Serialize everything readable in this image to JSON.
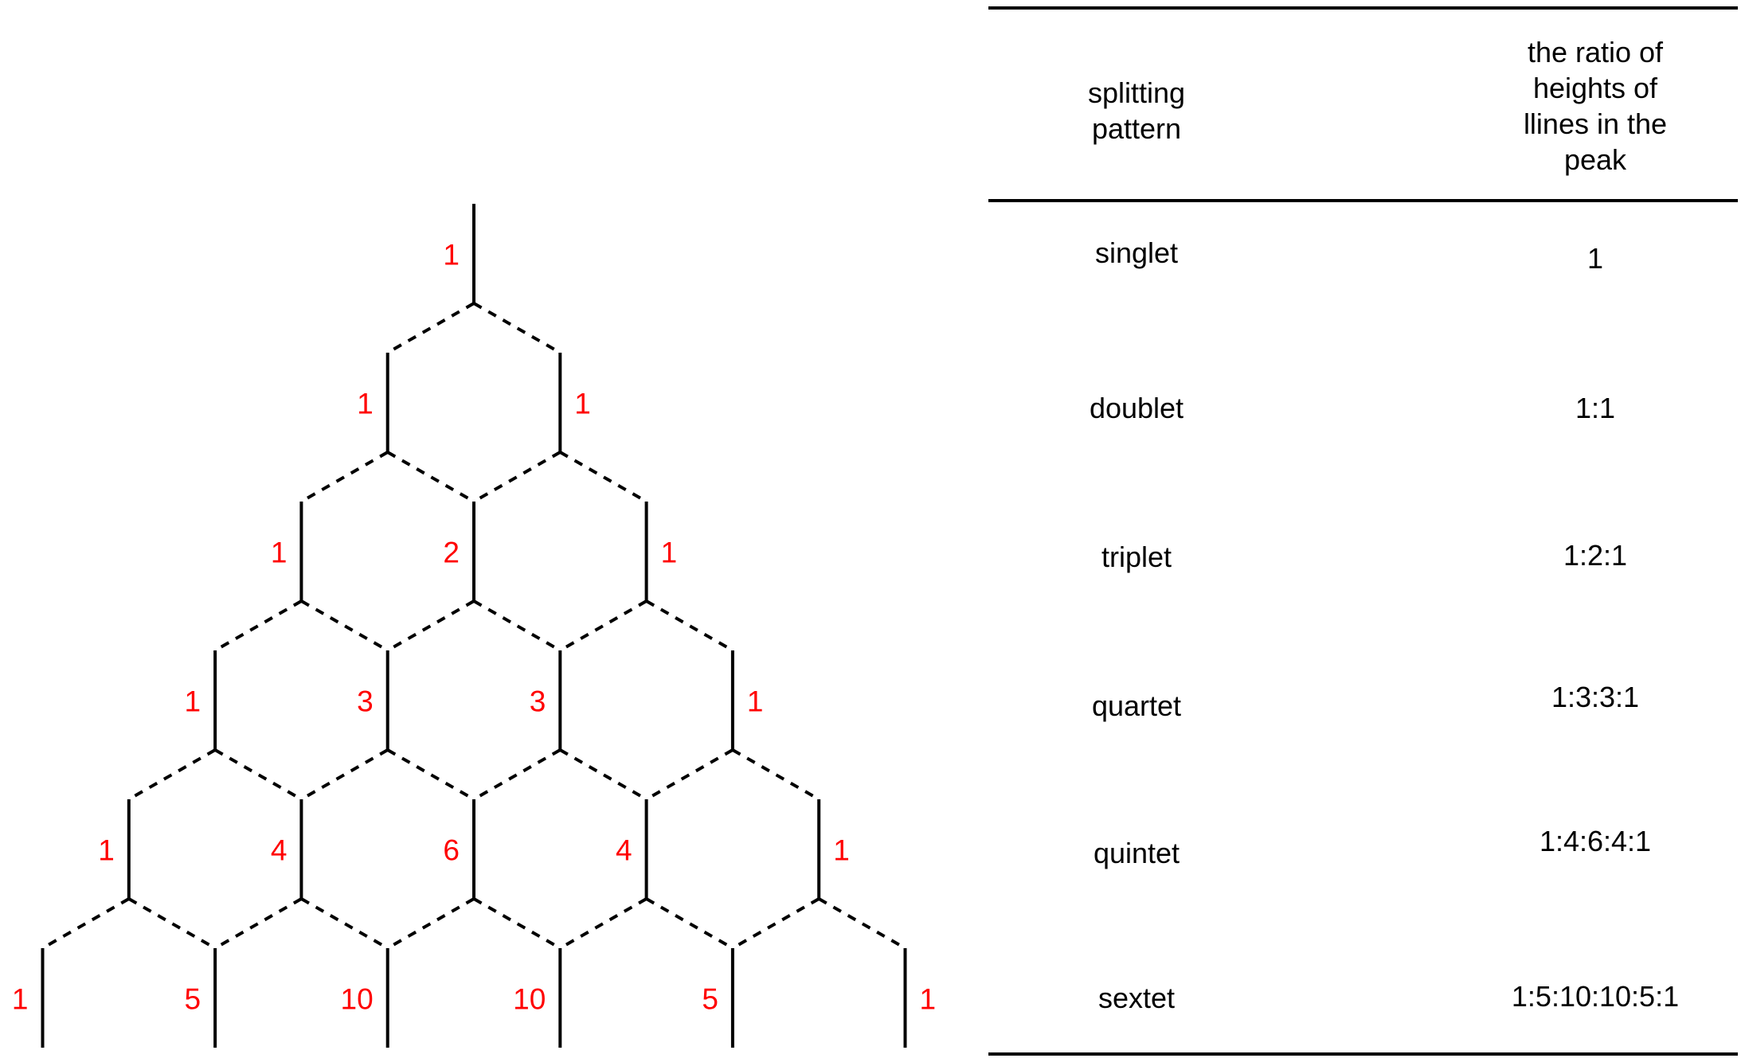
{
  "table": {
    "headers": {
      "pattern": [
        "splitting",
        "pattern"
      ],
      "ratio": [
        "the ratio of",
        "heights of",
        "llines in the",
        "peak"
      ]
    },
    "rows": [
      {
        "pattern": "singlet",
        "ratio": "1"
      },
      {
        "pattern": "doublet",
        "ratio": "1:1"
      },
      {
        "pattern": "triplet",
        "ratio": "1:2:1"
      },
      {
        "pattern": "quartet",
        "ratio": "1:3:3:1"
      },
      {
        "pattern": "quintet",
        "ratio": "1:4:6:4:1"
      },
      {
        "pattern": "sextet",
        "ratio": "1:5:10:10:5:1"
      }
    ]
  },
  "tree": {
    "rows": [
      [
        "1"
      ],
      [
        "1",
        "1"
      ],
      [
        "1",
        "2",
        "1"
      ],
      [
        "1",
        "3",
        "3",
        "1"
      ],
      [
        "1",
        "4",
        "6",
        "4",
        "1"
      ],
      [
        "1",
        "5",
        "10",
        "10",
        "5",
        "1"
      ]
    ],
    "label_color": "#ff0000",
    "line_color": "#000000"
  }
}
